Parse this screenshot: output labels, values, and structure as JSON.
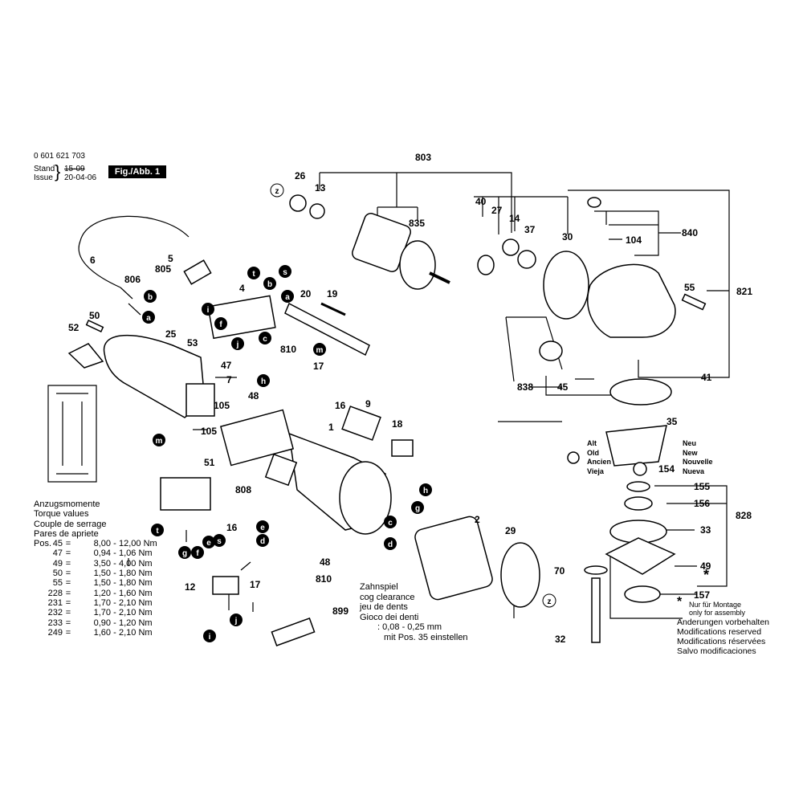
{
  "header": {
    "part_number": "0 601 621 703",
    "stand_label": "Stand",
    "issue_label": "Issue",
    "date1": "15-09",
    "date2": "20-04-06",
    "fig_label": "Fig./Abb. 1"
  },
  "callouts": {
    "n803": "803",
    "n26": "26",
    "n13": "13",
    "n835": "835",
    "n40": "40",
    "n27": "27",
    "n14": "14",
    "n37": "37",
    "n30": "30",
    "n840": "840",
    "n104": "104",
    "n821": "821",
    "n55": "55",
    "n6": "6",
    "n5": "5",
    "n805": "805",
    "n806": "806",
    "n4": "4",
    "n20": "20",
    "n19": "19",
    "n50": "50",
    "n52": "52",
    "n25": "25",
    "n53": "53",
    "n810a": "810",
    "n47": "47",
    "n7": "7",
    "n17a": "17",
    "n48a": "48",
    "n16a": "16",
    "n105a": "105",
    "n105b": "105",
    "n9": "9",
    "n1": "1",
    "n18": "18",
    "n838": "838",
    "n45": "45",
    "n41": "41",
    "n35": "35",
    "n51": "51",
    "n808": "808",
    "n2": "2",
    "n29": "29",
    "n154": "154",
    "n155": "155",
    "n156": "156",
    "n828": "828",
    "n33": "33",
    "n49": "49",
    "n70": "70",
    "n157": "157",
    "n32": "32",
    "n16b": "16",
    "n48b": "48",
    "n810b": "810",
    "n17b": "17",
    "n12": "12",
    "n899": "899"
  },
  "letters": {
    "z": "z",
    "a": "a",
    "b": "b",
    "c": "c",
    "d": "d",
    "e": "e",
    "f": "f",
    "g": "g",
    "h": "h",
    "i": "i",
    "j": "j",
    "m": "m",
    "s": "s",
    "t": "t"
  },
  "torque": {
    "title": [
      "Anzugsmomente",
      "Torque values",
      "Couple de serrage",
      "Pares de apriete"
    ],
    "pos_label": "Pos.",
    "rows": [
      {
        "pos": "45",
        "min": "8,00",
        "max": "12,00 Nm"
      },
      {
        "pos": "47",
        "min": "0,94",
        "max": "1,06 Nm"
      },
      {
        "pos": "49",
        "min": "3,50",
        "max": "4,00 Nm"
      },
      {
        "pos": "50",
        "min": "1,50",
        "max": "1,80 Nm"
      },
      {
        "pos": "55",
        "min": "1,50",
        "max": "1,80 Nm"
      },
      {
        "pos": "228",
        "min": "1,20",
        "max": "1,60 Nm"
      },
      {
        "pos": "231",
        "min": "1,70",
        "max": "2,10 Nm"
      },
      {
        "pos": "232",
        "min": "1,70",
        "max": "2,10 Nm"
      },
      {
        "pos": "233",
        "min": "0,90",
        "max": "1,20 Nm"
      },
      {
        "pos": "249",
        "min": "1,60",
        "max": "2,10 Nm"
      }
    ]
  },
  "old_new": {
    "old": [
      "Alt",
      "Old",
      "Ancien",
      "Vieja"
    ],
    "new": [
      "Neu",
      "New",
      "Nouvelle",
      "Nueva"
    ]
  },
  "assembly_note": {
    "star": "*",
    "lines": [
      "Nur für Montage",
      "only for assembly"
    ]
  },
  "modifications": [
    "Änderungen vorbehalten",
    "Modifications reserved",
    "Modifications réservées",
    "Salvo modificaciones"
  ],
  "gear_clearance": {
    "lines": [
      "Zahnspiel",
      "cog clearance",
      "jeu de dents",
      "Gioco dei denti"
    ],
    "value": ": 0,08 - 0,25 mm",
    "instruction": "mit Pos. 35 einstellen"
  }
}
